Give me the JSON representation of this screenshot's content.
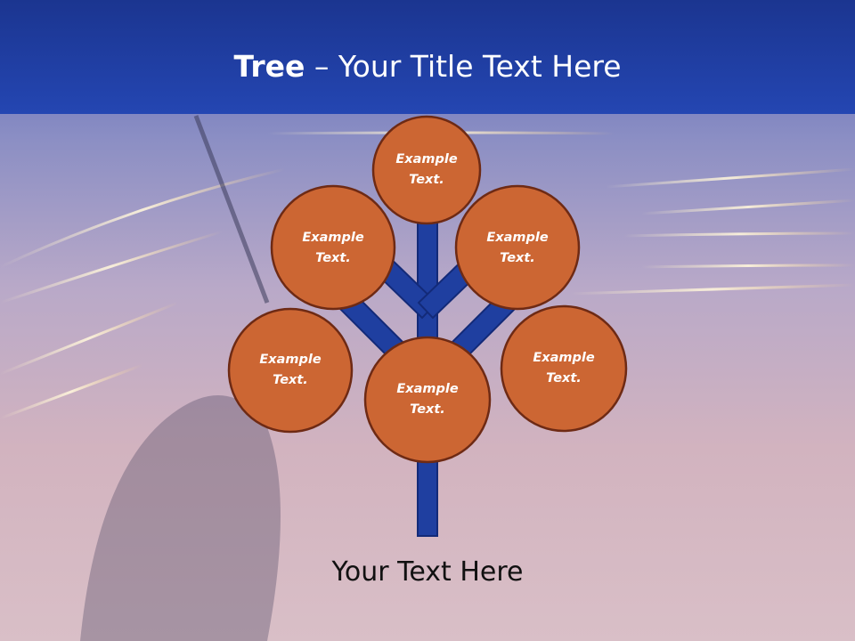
{
  "title": {
    "bold": "Tree",
    "separator": " – ",
    "rest": "Your Title Text Here"
  },
  "nodes": [
    {
      "label_line1": "Example",
      "label_line2": "Text."
    },
    {
      "label_line1": "Example",
      "label_line2": "Text."
    },
    {
      "label_line1": "Example",
      "label_line2": "Text."
    },
    {
      "label_line1": "Example",
      "label_line2": "Text."
    },
    {
      "label_line1": "Example",
      "label_line2": "Text."
    },
    {
      "label_line1": "Example",
      "label_line2": "Text."
    }
  ],
  "footer": "Your Text Here",
  "colors": {
    "header": "#2446b2",
    "trunk": "#1f3fa0",
    "trunk_outline": "#132a78",
    "node_fill": "#cc6633",
    "node_outline": "#6e2a14"
  }
}
